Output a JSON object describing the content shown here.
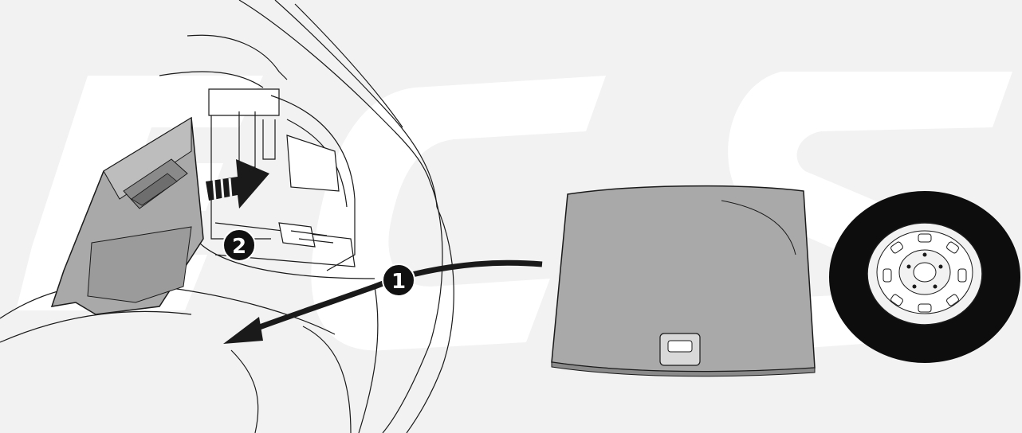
{
  "callouts": [
    {
      "label": "1"
    },
    {
      "label": "2"
    }
  ],
  "colors": {
    "background": "#f2f2f2",
    "watermark": "#ffffff",
    "panel_fill": "#a9a9a9",
    "panel_dark": "#8a8a8a",
    "line": "#1a1a1a",
    "callout_fill": "#111111",
    "callout_text": "#ffffff",
    "tire": "#0d0d0d"
  },
  "icons": {
    "watermark": "ecs-watermark-letters",
    "panel": "trunk-side-panel",
    "floor_cover": "trunk-floor-cover",
    "spare_wheel": "spare-wheel",
    "arrows": [
      "removal-arrow",
      "insert-arrow"
    ]
  }
}
